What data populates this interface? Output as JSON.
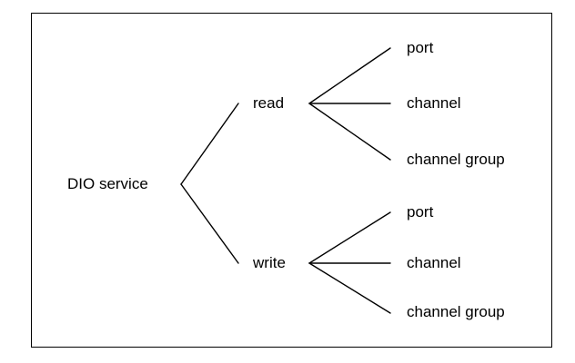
{
  "diagram": {
    "root": {
      "label": "DIO service"
    },
    "branches": [
      {
        "label": "read",
        "leaves": [
          {
            "label": "port"
          },
          {
            "label": "channel"
          },
          {
            "label": "channel group"
          }
        ]
      },
      {
        "label": "write",
        "leaves": [
          {
            "label": "port"
          },
          {
            "label": "channel"
          },
          {
            "label": "channel group"
          }
        ]
      }
    ]
  }
}
